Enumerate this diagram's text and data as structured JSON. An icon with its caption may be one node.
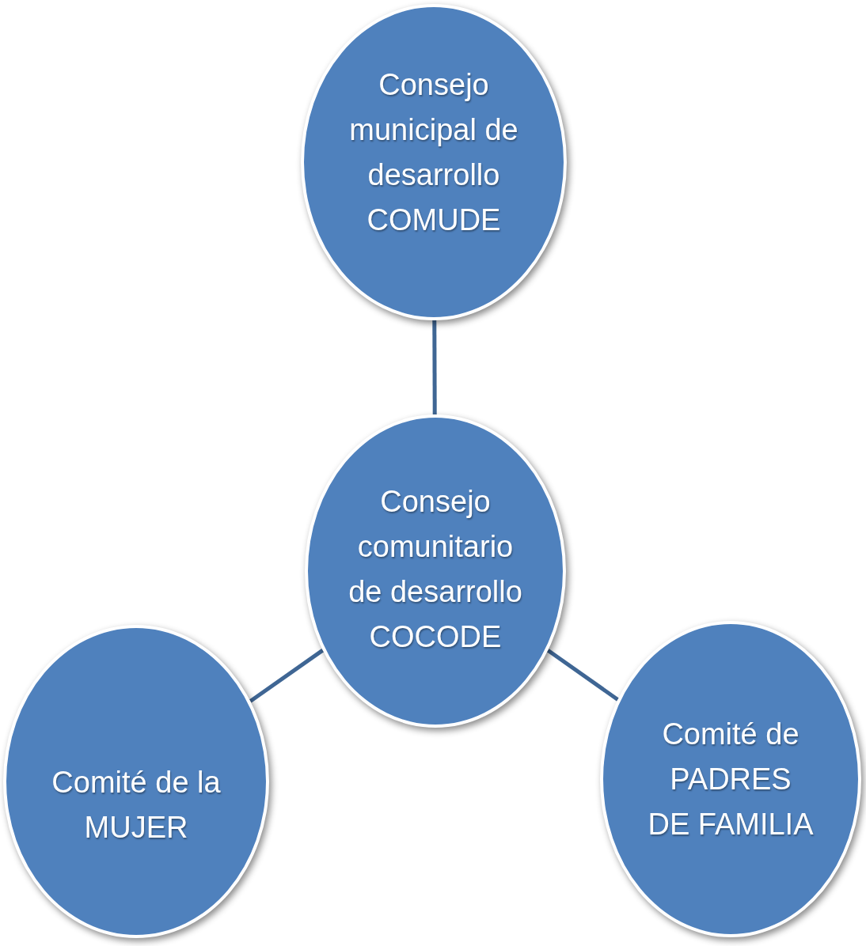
{
  "diagram": {
    "nodes": [
      {
        "text": [
          "Consejo municipal de desarrollo COMUDE"
        ]
      },
      {
        "text": [
          "Consejo comunitario de desarrollo COCODE"
        ]
      },
      {
        "text": [
          "Comité de la MUJER"
        ]
      },
      {
        "text": [
          "Comité de PADRES DE FAMILIA"
        ]
      }
    ],
    "edges": [
      {
        "from": 0,
        "to": 1,
        "arrow": "none"
      },
      {
        "from": 1,
        "to": 2,
        "arrow": "none"
      },
      {
        "from": 1,
        "to": 3,
        "arrow": "none"
      }
    ]
  }
}
